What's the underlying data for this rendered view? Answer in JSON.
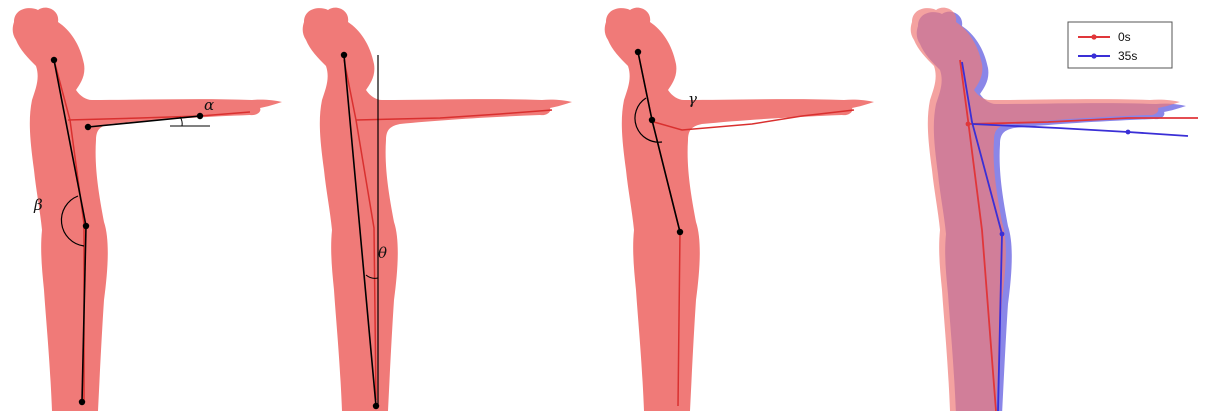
{
  "panels": [
    {
      "id": "alpha-beta",
      "angles": [
        "α",
        "β"
      ]
    },
    {
      "id": "theta",
      "angles": [
        "θ"
      ]
    },
    {
      "id": "gamma",
      "angles": [
        "γ"
      ]
    },
    {
      "id": "comparison",
      "angles": []
    }
  ],
  "angle_labels": {
    "alpha": "α",
    "beta": "β",
    "theta": "θ",
    "gamma": "γ"
  },
  "legend": {
    "entries": [
      {
        "label": "0s",
        "color": "#e0363a"
      },
      {
        "label": "35s",
        "color": "#3a2fd6"
      }
    ]
  },
  "colors": {
    "silhouette": "#f07a78",
    "silhouette_late": "#8a86e8",
    "skeleton_red": "#d9302f",
    "skeleton_blue": "#3a2fd6",
    "construction": "#000000"
  }
}
